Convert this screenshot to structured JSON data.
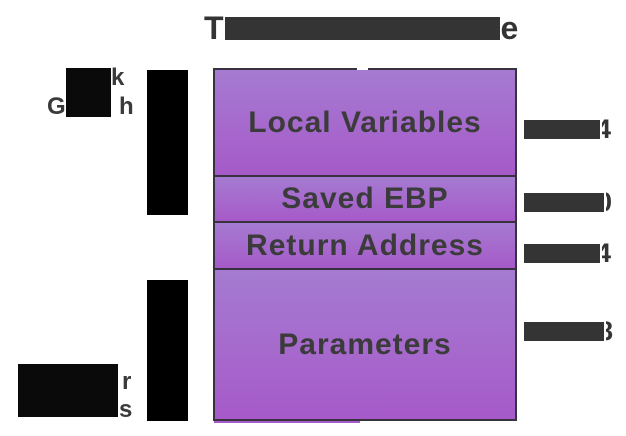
{
  "title": {
    "visible_prefix": "T",
    "visible_suffix": "e",
    "redacted": true
  },
  "stack_growth_label": {
    "line1_visible_suffix": "k",
    "line2_visible_prefix": "G",
    "line2_visible_suffix": "h",
    "redacted": true
  },
  "higher_addresses_label": {
    "line1_visible_suffix": "r",
    "line2_visible_suffix": "s",
    "redacted": true
  },
  "stack_frames": [
    {
      "label": "Local Variables"
    },
    {
      "label": "Saved EBP"
    },
    {
      "label": "Return Address"
    },
    {
      "label": "Parameters"
    }
  ],
  "address_labels": [
    {
      "visible_fragment": "4",
      "redacted": true
    },
    {
      "visible_fragment": "0",
      "redacted": true
    },
    {
      "visible_fragment": "4",
      "redacted": true
    },
    {
      "visible_fragment": "8",
      "redacted": true
    }
  ],
  "colors": {
    "background": "#ffffff",
    "text": "#3a3a3a",
    "frame_gradient_top": "#a57bd1",
    "frame_gradient_bottom": "#a65ac9",
    "frame_border": "#383140",
    "redaction_black": "#0a0a0a",
    "address_bar_gray": "#343434"
  }
}
